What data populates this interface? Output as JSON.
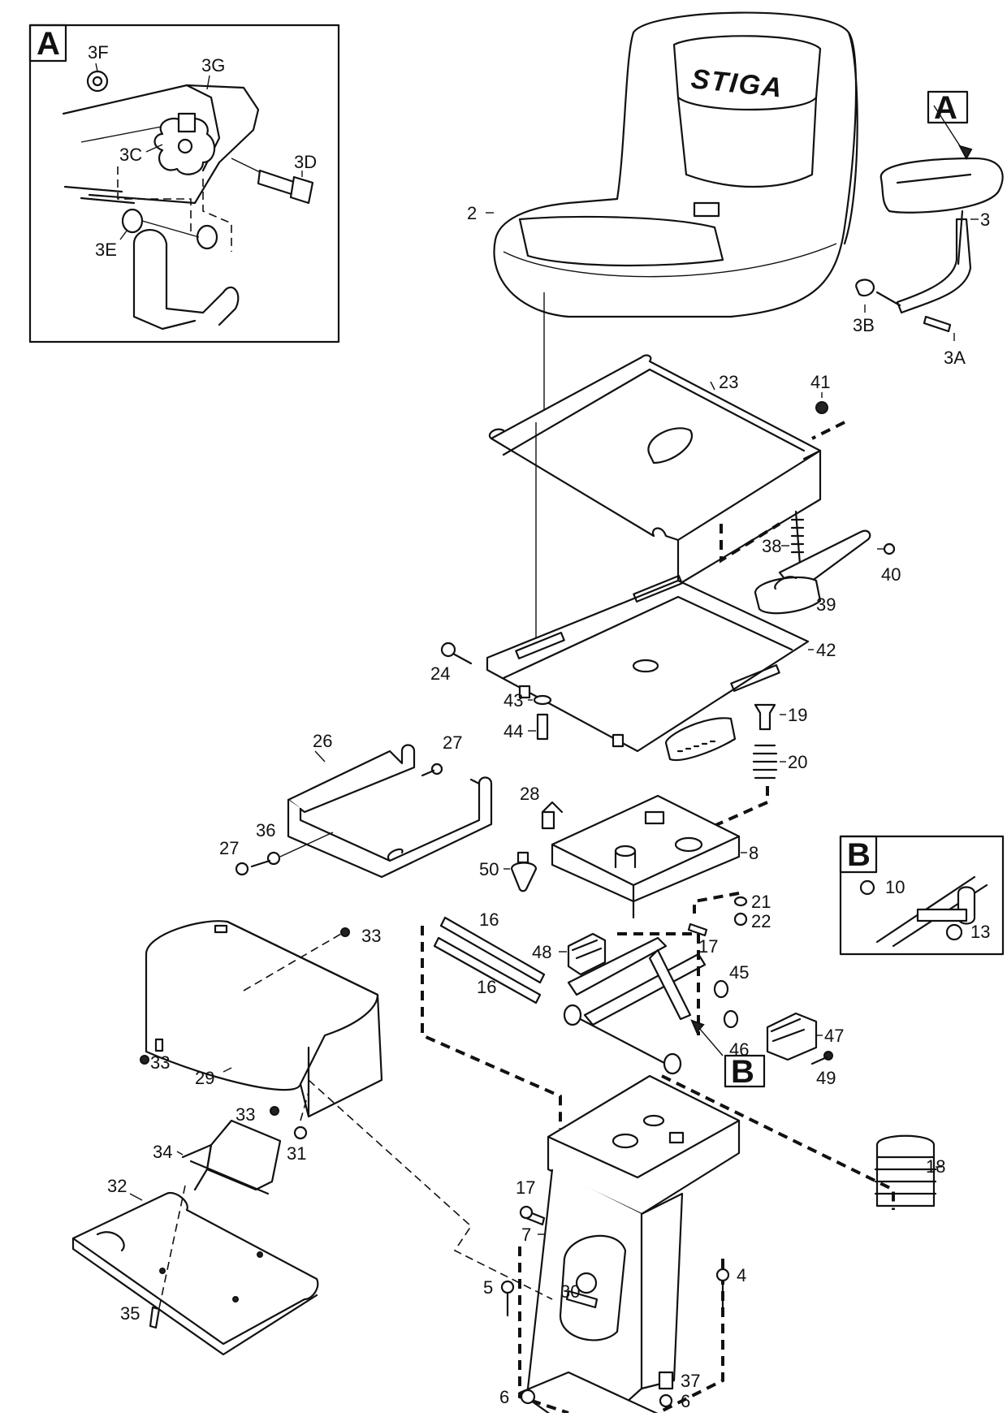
{
  "labels": {
    "inset_a_title": "A",
    "inset_b_title": "B",
    "callout_a": "A",
    "callout_b": "B",
    "brand": "STIGA",
    "p3F": "3F",
    "p3G": "3G",
    "p3C": "3C",
    "p3D": "3D",
    "p3E": "3E",
    "p2": "2",
    "p3": "3",
    "p3B": "3B",
    "p3A": "3A",
    "p23": "23",
    "p41": "41",
    "p38": "38",
    "p40": "40",
    "p39": "39",
    "p42": "42",
    "p24": "24",
    "p43": "43",
    "p44": "44",
    "p19": "19",
    "p20": "20",
    "p26": "26",
    "p27a": "27",
    "p27b": "27",
    "p36": "36",
    "p28": "28",
    "p50": "50",
    "p8": "8",
    "p21": "21",
    "p22": "22",
    "p17a": "17",
    "p10": "10",
    "p13": "13",
    "p33a": "33",
    "p33b": "33",
    "p33c": "33",
    "p29": "29",
    "p31": "31",
    "p16a": "16",
    "p16b": "16",
    "p48": "48",
    "p45": "45",
    "p46": "46",
    "p47": "47",
    "p49": "49",
    "p17b": "17",
    "p18": "18",
    "p34": "34",
    "p32": "32",
    "p35": "35",
    "p7": "7",
    "p5": "5",
    "p30": "30",
    "p4": "4",
    "p6a": "6",
    "p6b": "6",
    "p37": "37"
  }
}
